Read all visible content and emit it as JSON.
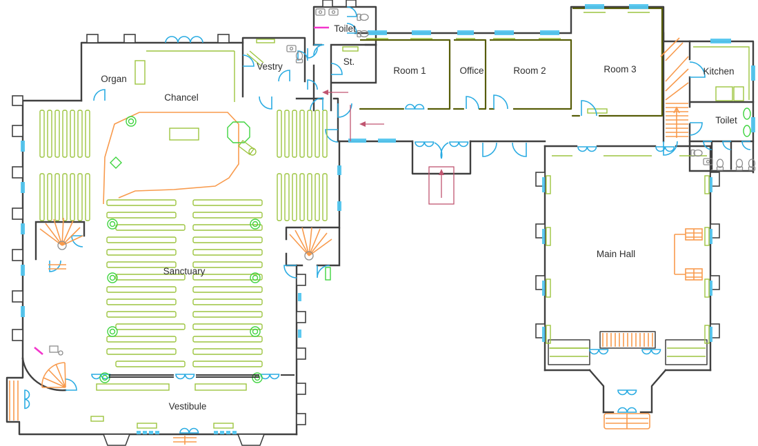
{
  "colors": {
    "wall": "#3f3f3f",
    "partition": "#565c06",
    "door": "#29abe2",
    "window": "#53c6ef",
    "furniture": "#9cc43f",
    "fixture": "#3fd43f",
    "stairs": "#f89a4c",
    "route": "#c05570",
    "accent": "#f335cc",
    "screen": "#1f1f1f",
    "fixgray": "#8c8c8c"
  },
  "labels": [
    {
      "id": "organ",
      "text": "Organ"
    },
    {
      "id": "chancel",
      "text": "Chancel"
    },
    {
      "id": "vestry",
      "text": "Vestry"
    },
    {
      "id": "toilet-top",
      "text": "Toilet"
    },
    {
      "id": "store",
      "text": "St."
    },
    {
      "id": "room-1",
      "text": "Room 1"
    },
    {
      "id": "office",
      "text": "Office"
    },
    {
      "id": "room-2",
      "text": "Room 2"
    },
    {
      "id": "room-3",
      "text": "Room 3"
    },
    {
      "id": "kitchen",
      "text": "Kitchen"
    },
    {
      "id": "toilet-right",
      "text": "Toilet"
    },
    {
      "id": "main-hall",
      "text": "Main Hall"
    },
    {
      "id": "sanctuary",
      "text": "Sanctuary"
    },
    {
      "id": "vestibule",
      "text": "Vestibule"
    }
  ]
}
